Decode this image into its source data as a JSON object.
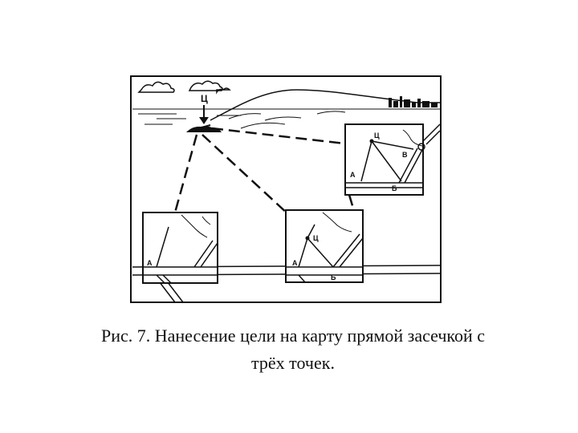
{
  "figure": {
    "caption_line1": "Рис. 7. Нанесение цели на карту прямой засечкой с",
    "caption_line2": "трёх точек.",
    "target_label": "Ц",
    "map_upper_right": {
      "a": "А",
      "b": "Б",
      "c": "Ц",
      "v": "В"
    },
    "map_lower_left": {
      "a": "А"
    },
    "map_lower_middle": {
      "a": "А",
      "b": "Б",
      "c": "Ц"
    }
  },
  "colors": {
    "ink": "#111111",
    "paper": "#ffffff"
  }
}
